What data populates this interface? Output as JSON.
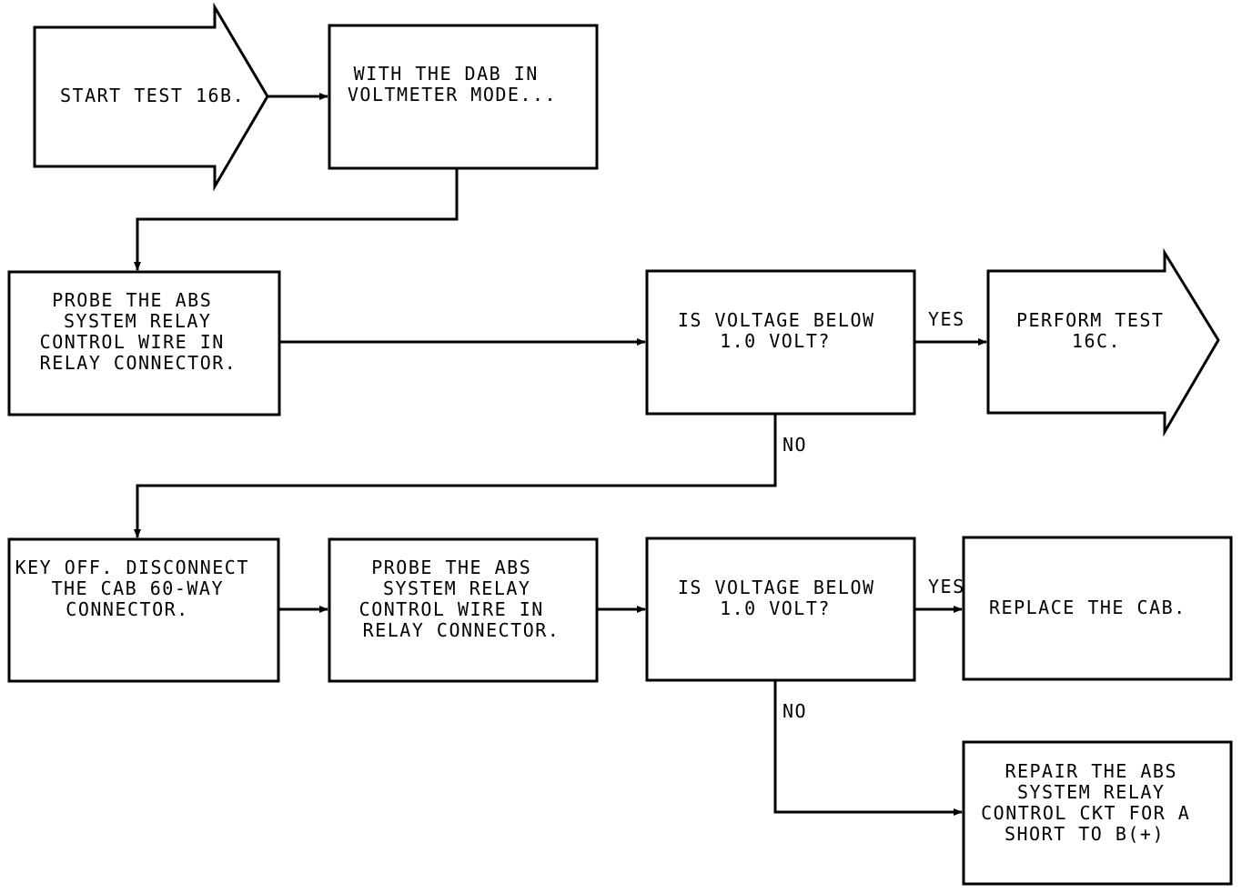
{
  "nodes": {
    "start": {
      "lines": [
        "START TEST 16B."
      ]
    },
    "dab_voltmeter": {
      "lines": [
        "WITH THE DAB IN",
        "VOLTMETER MODE..."
      ]
    },
    "probe_1": {
      "lines": [
        "PROBE THE ABS",
        "SYSTEM RELAY",
        "CONTROL WIRE IN",
        "RELAY CONNECTOR."
      ]
    },
    "decision_1": {
      "lines": [
        "IS VOLTAGE BELOW",
        "1.0 VOLT?"
      ]
    },
    "perform_16c": {
      "lines": [
        "PERFORM TEST",
        "16C."
      ]
    },
    "key_off": {
      "lines": [
        "KEY OFF. DISCONNECT",
        "THE CAB 60-WAY",
        "CONNECTOR."
      ]
    },
    "probe_2": {
      "lines": [
        "PROBE THE ABS",
        "SYSTEM RELAY",
        "CONTROL WIRE IN",
        "RELAY CONNECTOR."
      ]
    },
    "decision_2": {
      "lines": [
        "IS VOLTAGE BELOW",
        "1.0 VOLT?"
      ]
    },
    "replace_cab": {
      "lines": [
        "REPLACE THE CAB."
      ]
    },
    "repair": {
      "lines": [
        "REPAIR THE ABS",
        "SYSTEM RELAY",
        "CONTROL CKT FOR A",
        "SHORT TO B(+)"
      ]
    }
  },
  "edge_labels": {
    "yes_1": "YES",
    "no_1": "NO",
    "yes_2": "YES",
    "no_2": "NO"
  },
  "colors": {
    "stroke": "#000000",
    "background": "#ffffff"
  }
}
